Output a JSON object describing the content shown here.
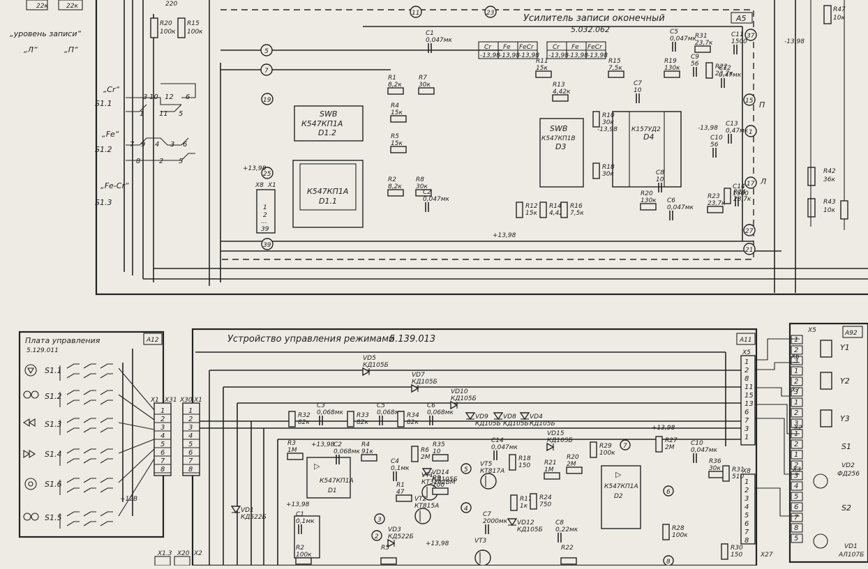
{
  "colors": {
    "paper": "#eeebe4",
    "ink": "#222222"
  },
  "top_left": {
    "values": [
      "22к",
      "22к",
      "220"
    ],
    "level_label": "„уровень записи“",
    "channels": [
      "„Л“",
      "„П“"
    ],
    "switches": [
      "S1.1",
      "S1.2",
      "S1.3"
    ],
    "tape_types": [
      "„Cr“",
      "„Fe“",
      "„Fe-Cr“"
    ],
    "resistors": [
      {
        "ref": "R20",
        "val": "100к"
      },
      {
        "ref": "R15",
        "val": "100к"
      }
    ]
  },
  "amp": {
    "title": "Усилитель записи оконечный",
    "doc": "5.032.062",
    "block": "A5",
    "ic1": {
      "name": "SWB",
      "type": "К547КП1А",
      "ref": "D1.2"
    },
    "ic2": {
      "name": "К547КП1А",
      "ref": "D1.1"
    },
    "ic3": {
      "name": "SWB",
      "type": "К547КП1В",
      "ref": "D3"
    },
    "ic4": {
      "name": "К157УД2",
      "ref": "D4"
    },
    "table1": [
      "Cr",
      "Fe",
      "FeCr",
      "-13,98",
      "-13,98",
      "-13,98"
    ],
    "table2": [
      "Cr",
      "Fe",
      "FeCr",
      "-13,98",
      "-13,98",
      "-13,98"
    ],
    "parts": [
      {
        "ref": "C1",
        "val": "0,047мк"
      },
      {
        "ref": "R1",
        "val": "8,2к"
      },
      {
        "ref": "R7",
        "val": "30к"
      },
      {
        "ref": "R4",
        "val": "15к"
      },
      {
        "ref": "R5",
        "val": "15к"
      },
      {
        "ref": "R2",
        "val": "8,2к"
      },
      {
        "ref": "R8",
        "val": "30к"
      },
      {
        "ref": "C2",
        "val": "0,047мк"
      },
      {
        "ref": "R11",
        "val": "15к"
      },
      {
        "ref": "R13",
        "val": "4,42к"
      },
      {
        "ref": "R15",
        "val": "7,5к"
      },
      {
        "ref": "R19",
        "val": "130к"
      },
      {
        "ref": "C5",
        "val": "0,047мк"
      },
      {
        "ref": "R31",
        "val": "23,7к"
      },
      {
        "ref": "C11",
        "val": "1500"
      },
      {
        "ref": "C9",
        "val": "56"
      },
      {
        "ref": "R22",
        "val": "23,7к"
      },
      {
        "ref": "C12",
        "val": "0,47мк"
      },
      {
        "ref": "C7",
        "val": "10"
      },
      {
        "ref": "R10",
        "val": "30к"
      },
      {
        "ref": "R18",
        "val": "30к"
      },
      {
        "ref": "C13",
        "val": "0,47мк"
      },
      {
        "ref": "C10",
        "val": "56"
      },
      {
        "ref": "R12",
        "val": "15к"
      },
      {
        "ref": "R14",
        "val": "4,42к"
      },
      {
        "ref": "R16",
        "val": "7,5к"
      },
      {
        "ref": "R20",
        "val": "130к"
      },
      {
        "ref": "C6",
        "val": "0,047мк"
      },
      {
        "ref": "R24",
        "val": "23,7к"
      },
      {
        "ref": "R23",
        "val": "23,7к"
      },
      {
        "ref": "C14",
        "val": "1500"
      },
      {
        "ref": "C8",
        "val": "10"
      }
    ],
    "nodes": [
      "11",
      "23",
      "5",
      "7",
      "19",
      "25",
      "39",
      "37",
      "15",
      "1",
      "17",
      "27",
      "21"
    ],
    "supply": [
      "+13,98",
      "-13,98",
      "+13,98",
      "-13,98"
    ],
    "ch": [
      "П",
      "Л"
    ],
    "connectors": [
      "X8",
      "X1"
    ],
    "pins": [
      "1",
      "2",
      "...",
      "39"
    ],
    "right": [
      {
        "ref": "R47",
        "val": "10к"
      },
      {
        "ref": "R42",
        "val": "36к"
      },
      {
        "ref": "R43",
        "val": "10к"
      },
      {
        "ref": "",
        "val": "-13,98"
      }
    ]
  },
  "panel": {
    "title": "Плата управления",
    "doc": "5.129.011",
    "block": "A12",
    "switches": [
      "S1.1",
      "S1.2",
      "S1.3",
      "S1.4",
      "S1.6",
      "S1.5"
    ],
    "x1": "X1",
    "pins": [
      "1",
      "2",
      "3",
      "4",
      "5",
      "6",
      "7",
      "8"
    ],
    "supply": "+12В"
  },
  "modes": {
    "title": "Устройство управления режимами",
    "doc": "5.139.013",
    "block": "A11",
    "connectors": [
      "X31",
      "X30",
      "X1",
      "X5",
      "X8",
      "X27",
      "X1.3",
      "X20",
      "X2"
    ],
    "ics": [
      {
        "name": "К547КП1А",
        "ref": "D1"
      },
      {
        "name": "К547КП1А",
        "ref": "D2"
      }
    ],
    "diodes": [
      {
        "ref": "VD5",
        "val": "КД105Б"
      },
      {
        "ref": "VD7",
        "val": "КД105Б"
      },
      {
        "ref": "VD10",
        "val": "КД105Б"
      },
      {
        "ref": "VD9",
        "val": "КД105Б"
      },
      {
        "ref": "VD8",
        "val": "КД105Б"
      },
      {
        "ref": "VD4",
        "val": "КД105Б"
      },
      {
        "ref": "VD14",
        "val": "КД105Б"
      },
      {
        "ref": "VD15",
        "val": "КД105Б"
      },
      {
        "ref": "VD12",
        "val": "КД105Б"
      },
      {
        "ref": "VD1",
        "val": "КД522Б"
      },
      {
        "ref": "VD3",
        "val": "КД522Б"
      }
    ],
    "transistors": [
      {
        "ref": "VT1",
        "val": "КТ3102ВМ"
      },
      {
        "ref": "VT5",
        "val": "КТ817А"
      },
      {
        "ref": "VT2",
        "val": "КТ815А"
      },
      {
        "ref": "VT3",
        "val": ""
      }
    ],
    "parts": [
      {
        "ref": "R32",
        "val": "82к"
      },
      {
        "ref": "C3",
        "val": "0,068мк"
      },
      {
        "ref": "R33",
        "val": "82к"
      },
      {
        "ref": "C5",
        "val": "0,068мк"
      },
      {
        "ref": "R34",
        "val": "82к"
      },
      {
        "ref": "C6",
        "val": "0,068мк"
      },
      {
        "ref": "R3",
        "val": "1М"
      },
      {
        "ref": "C2",
        "val": "0,068мк"
      },
      {
        "ref": "R4",
        "val": "91к"
      },
      {
        "ref": "R6",
        "val": "2М"
      },
      {
        "ref": "R35",
        "val": "10"
      },
      {
        "ref": "C4",
        "val": "0,1мк"
      },
      {
        "ref": "R9",
        "val": "100"
      },
      {
        "ref": "R1",
        "val": "47"
      },
      {
        "ref": "C1",
        "val": "0,1мк"
      },
      {
        "ref": "R2",
        "val": "100к"
      },
      {
        "ref": "C14",
        "val": "0,047мк"
      },
      {
        "ref": "R18",
        "val": "150"
      },
      {
        "ref": "R17",
        "val": "1к"
      },
      {
        "ref": "C7",
        "val": "2000мк"
      },
      {
        "ref": "R21",
        "val": "1М"
      },
      {
        "ref": "R20",
        "val": "2М"
      },
      {
        "ref": "R24",
        "val": "750"
      },
      {
        "ref": "C8",
        "val": "0,22мк"
      },
      {
        "ref": "R29",
        "val": "100к"
      },
      {
        "ref": "R27",
        "val": "2М"
      },
      {
        "ref": "C10",
        "val": "0,047мк"
      },
      {
        "ref": "R36",
        "val": "30к"
      },
      {
        "ref": "R31",
        "val": "510"
      },
      {
        "ref": "R28",
        "val": "100к"
      },
      {
        "ref": "R30",
        "val": "150"
      },
      {
        "ref": "R22",
        "val": ""
      },
      {
        "ref": "R5",
        "val": ""
      }
    ],
    "supply": [
      "+13,98",
      "+13,98",
      "+13,98",
      "+13,98"
    ],
    "nodes": [
      "5",
      "4",
      "3",
      "2",
      "7",
      "6",
      "8"
    ]
  },
  "right_block": {
    "block": "A92",
    "x": [
      "X5",
      "X6",
      "X7",
      "X2",
      "X3"
    ],
    "items": [
      "Y1",
      "Y2",
      "Y3",
      "S1",
      "S2"
    ],
    "diodes": [
      {
        "ref": "VD2",
        "val": "ФД256"
      },
      {
        "ref": "VD1",
        "val": "АЛ107Б"
      }
    ]
  }
}
